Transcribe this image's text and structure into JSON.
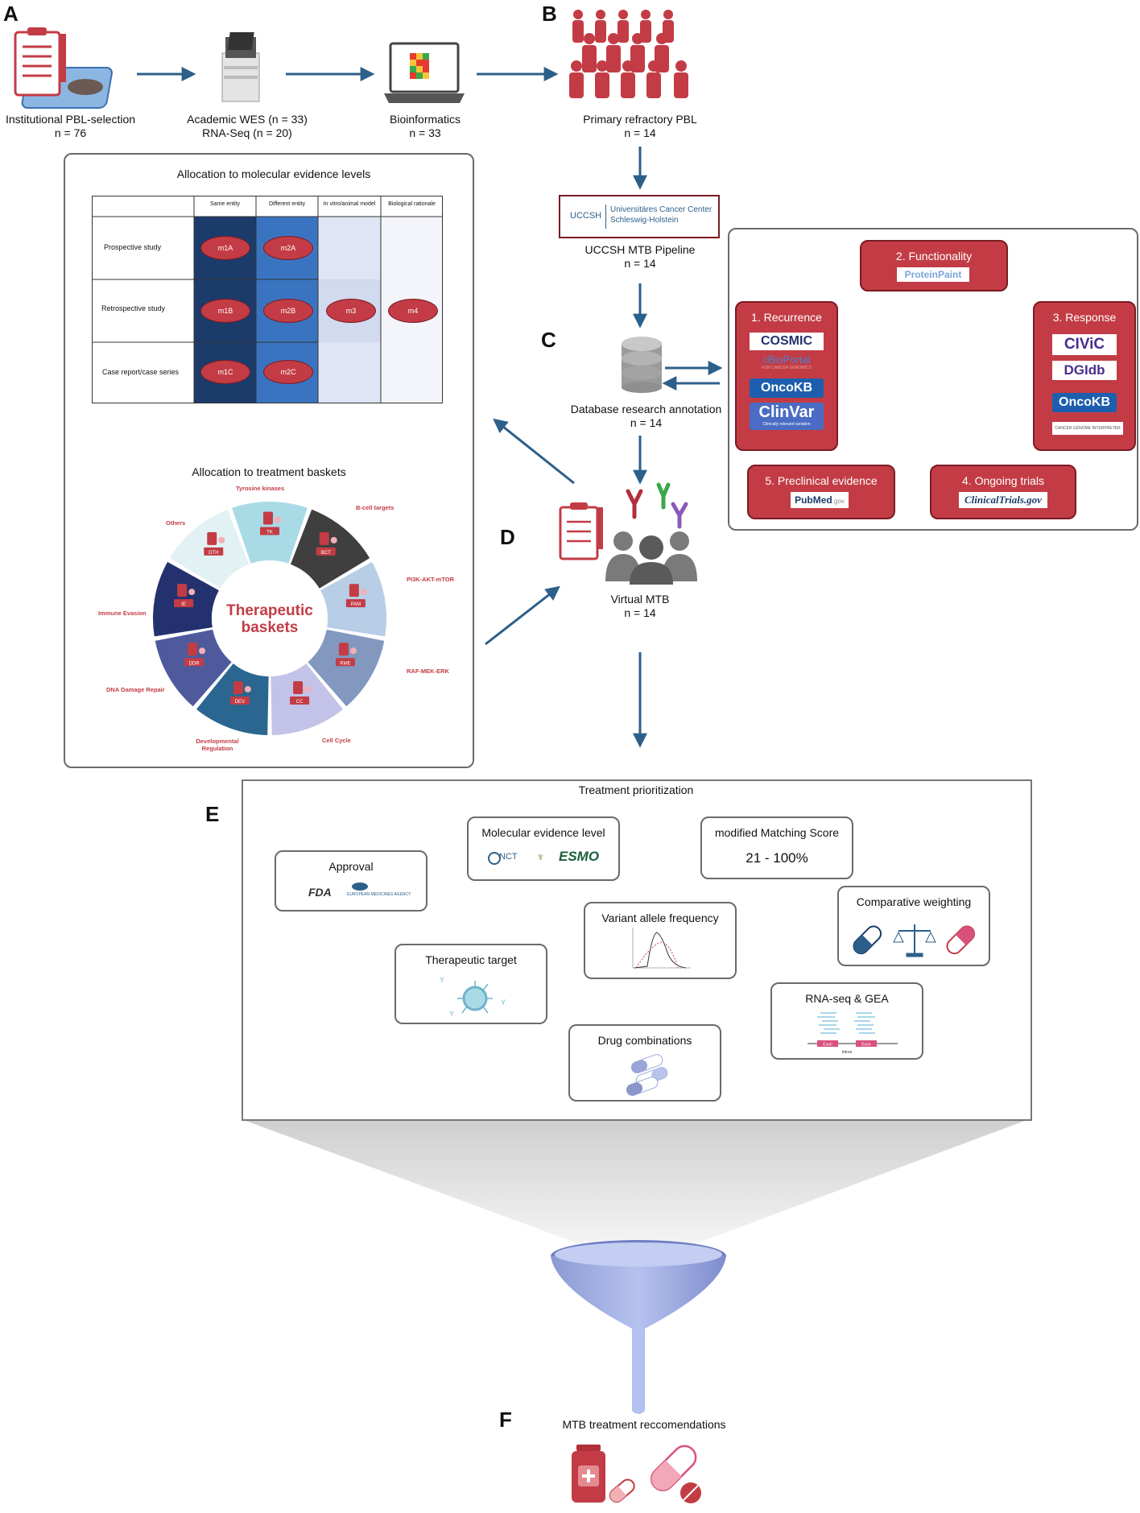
{
  "panels": {
    "A": "A",
    "B": "B",
    "C": "C",
    "D": "D",
    "E": "E",
    "F": "F"
  },
  "workflow": {
    "selection": {
      "label": "Institutional PBL-selection",
      "n": "n = 76"
    },
    "sequencing": {
      "label": "Academic WES (n = 33)",
      "label2": "RNA-Seq (n = 20)"
    },
    "bioinformatics": {
      "label": "Bioinformatics",
      "n": "n = 33"
    },
    "primary": {
      "label": "Primary refractory PBL",
      "n": "n = 14"
    },
    "pipeline": {
      "label": "UCCSH MTB Pipeline",
      "n": "n = 14",
      "logo_short": "UCCSH",
      "logo_line1": "Universitäres Cancer Center",
      "logo_line2": "Schleswig-Holstein"
    },
    "database": {
      "label": "Database research annotation",
      "n": "n = 14"
    },
    "virtual_mtb": {
      "label": "Virtual MTB",
      "n": "n = 14"
    }
  },
  "evidence": {
    "title": "Allocation to molecular evidence levels",
    "columns": [
      "Same entity",
      "Different entity",
      "In vitro/animal model",
      "Biological rationale"
    ],
    "rows": [
      "Prospective study",
      "Retrospective study",
      "Case report/case series"
    ],
    "levels": {
      "m1A": "m1A",
      "m2A": "m2A",
      "m1B": "m1B",
      "m2B": "m2B",
      "m3": "m3",
      "m4": "m4",
      "m1C": "m1C",
      "m2C": "m2C"
    }
  },
  "baskets": {
    "title": "Allocation to treatment baskets",
    "center_line1": "Therapeutic",
    "center_line2": "baskets",
    "segments": [
      {
        "name": "Tyrosine kinases",
        "abbr": "TK",
        "color": "#a9dbe6"
      },
      {
        "name": "B-cell targets",
        "abbr": "BCT",
        "color": "#3f3f3f"
      },
      {
        "name": "PI3K-AKT-mTOR",
        "abbr": "PAM",
        "color": "#b8cde6"
      },
      {
        "name": "RAF-MEK-ERK",
        "abbr": "RME",
        "color": "#8298bf"
      },
      {
        "name": "Cell Cycle",
        "abbr": "CC",
        "color": "#c3c2e8"
      },
      {
        "name": "Developmental Regulation",
        "abbr": "DEV",
        "color": "#2a668f"
      },
      {
        "name": "DNA Damage Repair",
        "abbr": "DDR",
        "color": "#4e5a9c"
      },
      {
        "name": "Immune Evasion",
        "abbr": "IE",
        "color": "#23326e"
      },
      {
        "name": "Others",
        "abbr": "OTH",
        "color": "#e2f1f4"
      }
    ]
  },
  "annotation_cycle": {
    "functionality": {
      "title": "2. Functionality",
      "logo": "ProteinPaint"
    },
    "recurrence": {
      "title": "1.  Recurrence",
      "logos": [
        "COSMIC",
        "cBioPortal",
        "OncoKB",
        "ClinVar"
      ],
      "cbio_sub": "FOR CANCER GENOMICS",
      "clinvar_sub": "Clinically relevant variation"
    },
    "response": {
      "title": "3. Response",
      "logos": [
        "CIViC",
        "DGIdb",
        "OncoKB",
        "CANCER GENOME INTERPRETER"
      ]
    },
    "trials": {
      "title": "4. Ongoing trials",
      "logo": "ClinicalTrials.gov"
    },
    "preclinical": {
      "title": "5. Preclinical evidence",
      "logo": "PubMed",
      "logo_sub": ".gov"
    }
  },
  "prioritization": {
    "title": "Treatment prioritization",
    "cards": {
      "approval": "Approval",
      "molecular": "Molecular evidence level",
      "score_title": "modified Matching Score",
      "score_value": "21 - 100%",
      "vaf": "Variant allele frequency",
      "comparative": "Comparative weighting",
      "target": "Therapeutic target",
      "rnaseq": "RNA-seq & GEA",
      "combinations": "Drug combinations"
    },
    "logos": {
      "fda": "FDA",
      "ema": "EUROPEAN MEDICINES AGENCY",
      "nct": "NCT",
      "esmo": "ESMO",
      "exon": "Exon",
      "intron": "Intron"
    }
  },
  "result": {
    "label": "MTB treatment reccomendations"
  },
  "colors": {
    "accent_red": "#c33c45",
    "arrow_blue": "#2c5f8a",
    "dark_navy": "#1b3b6b",
    "mid_blue": "#3a74c0",
    "light_blue": "#d2daf0"
  }
}
